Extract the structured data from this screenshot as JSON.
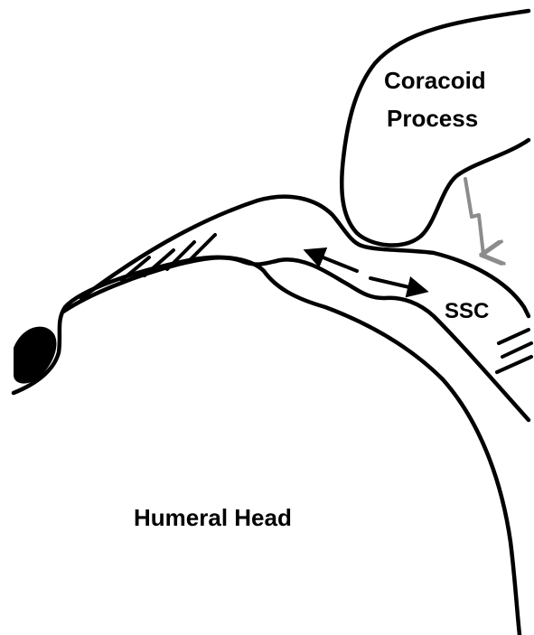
{
  "labels": {
    "coracoid_line1": "Coracoid",
    "coracoid_line2": "Process",
    "ssc": "SSC",
    "humeral_head": "Humeral Head"
  },
  "colors": {
    "outline": "#000000",
    "impingement_arrow": "#8c8c8c",
    "background": "#ffffff"
  }
}
